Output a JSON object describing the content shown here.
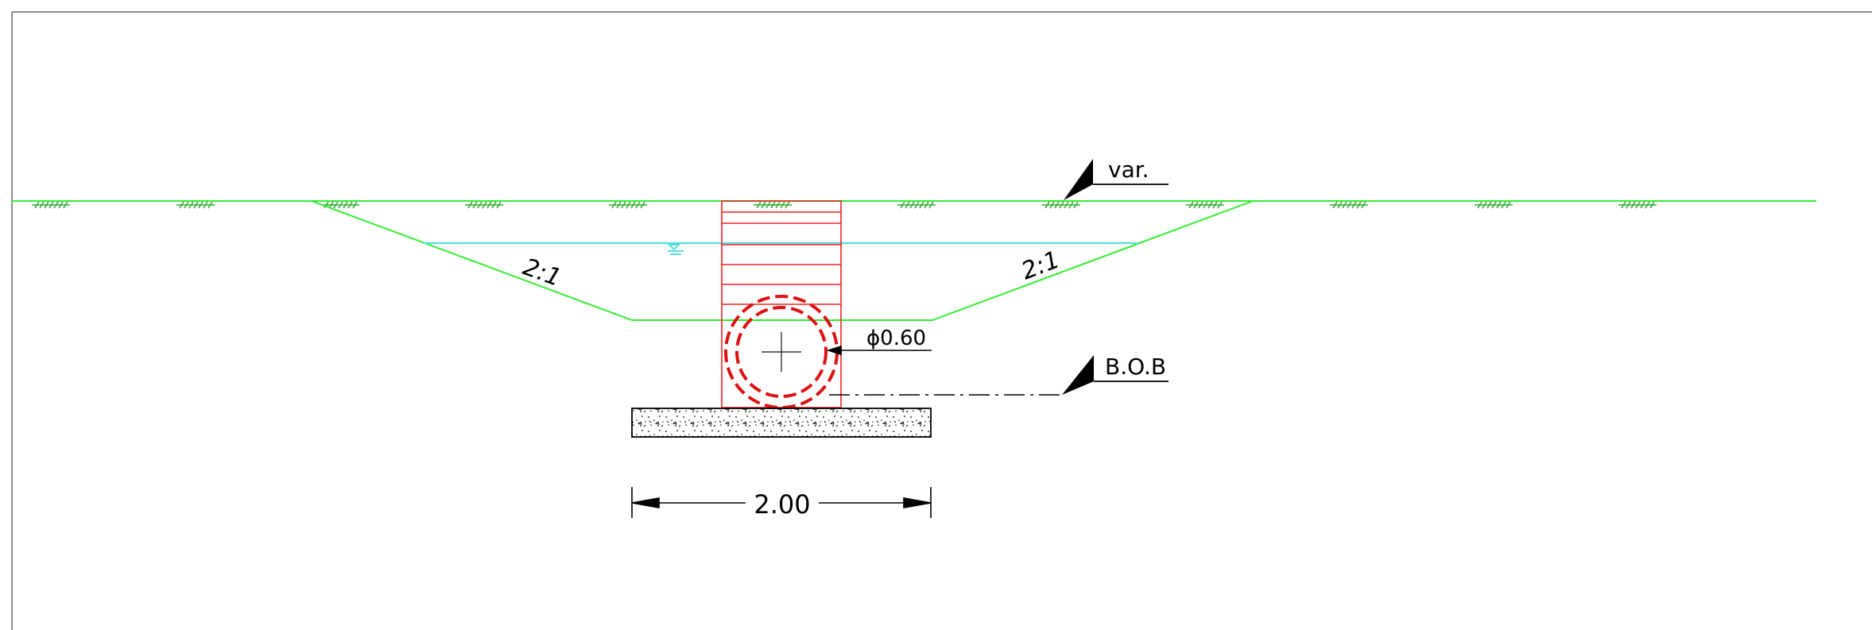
{
  "drawing": {
    "ground_level_label": "var.",
    "bob_label": "B.O.B",
    "pipe_diameter_label": "ϕ0.60",
    "left_slope_label": "2:1",
    "right_slope_label": "2:1",
    "base_width_label": "2.00"
  },
  "colors": {
    "ground": "#33ee33",
    "water": "#55dddd",
    "structure": "#ee2222",
    "pipe": "#dd1111",
    "annotation": "#000000"
  }
}
